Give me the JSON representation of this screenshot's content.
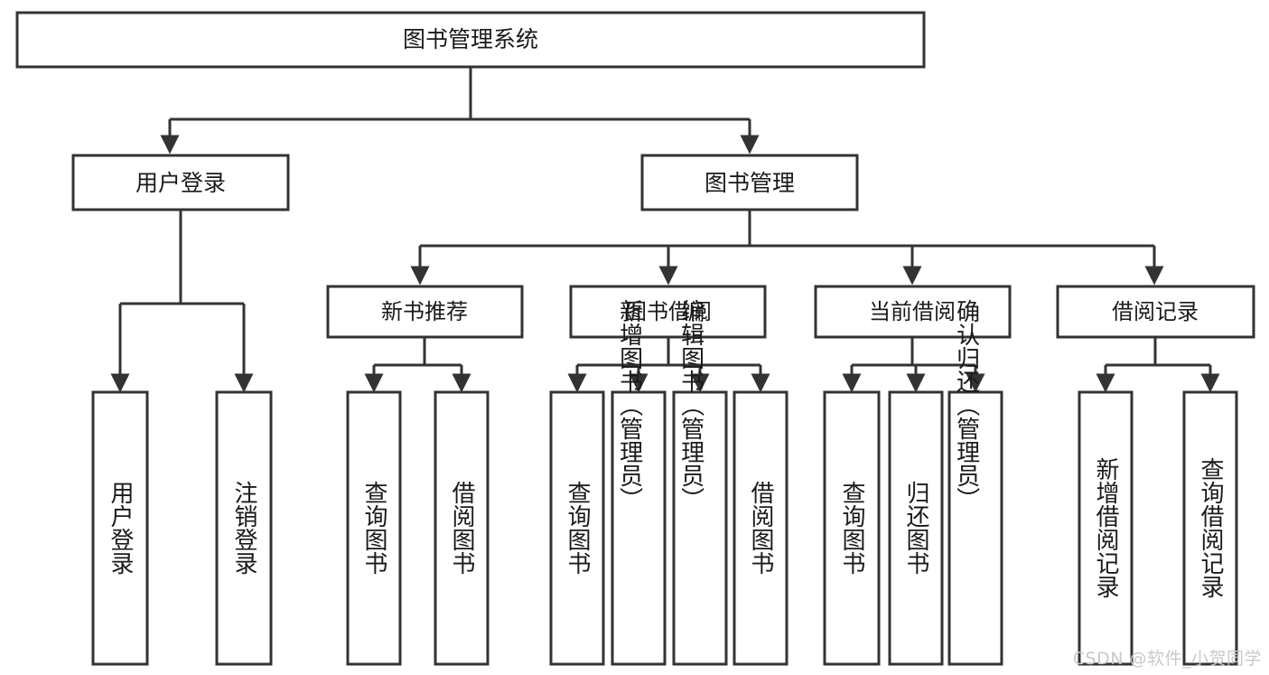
{
  "diagram": {
    "title": "图书管理系统",
    "type": "tree-hierarchy",
    "style": {
      "box_fill": "#ffffff",
      "box_stroke": "#333333",
      "connector_stroke": "#333333",
      "text_color": "#1a1a1a",
      "background": "#ffffff",
      "watermark_color": "#c9c9c9"
    },
    "root": {
      "label": "图书管理系统"
    },
    "level2": [
      {
        "label": "用户登录"
      },
      {
        "label": "图书管理"
      }
    ],
    "level3": [
      {
        "label": "新书推荐"
      },
      {
        "label": "图书借阅"
      },
      {
        "label": "当前借阅"
      },
      {
        "label": "借阅记录"
      }
    ],
    "leaves": {
      "user_login": [
        {
          "label": "用户登录"
        },
        {
          "label": "注销登录"
        }
      ],
      "new_book_recommend": [
        {
          "label": "查询图书"
        },
        {
          "label": "借阅图书"
        }
      ],
      "book_borrow": [
        {
          "label": "查询图书"
        },
        {
          "label": "新增图书（管理员）"
        },
        {
          "label": "编辑图书（管理员）"
        },
        {
          "label": "借阅图书"
        }
      ],
      "current_borrow": [
        {
          "label": "查询图书"
        },
        {
          "label": "归还图书"
        },
        {
          "label": "确认归还（管理员）"
        }
      ],
      "borrow_record": [
        {
          "label": "新增借阅记录"
        },
        {
          "label": "查询借阅记录"
        }
      ]
    }
  },
  "watermark": {
    "text": "CSDN @软件_小贺同学"
  }
}
